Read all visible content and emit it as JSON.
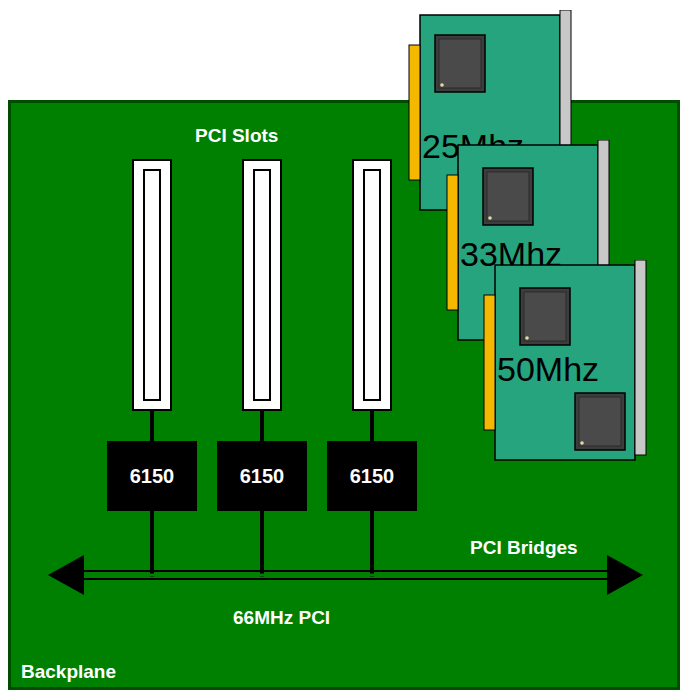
{
  "diagram": {
    "nodes": [
      {
        "text": [
          "Backplane"
        ]
      },
      {
        "text": [
          "6150"
        ],
        "in": 0
      },
      {
        "text": [
          "6150"
        ],
        "in": 0
      },
      {
        "text": [
          "6150"
        ],
        "in": 0
      },
      {
        "text": [
          "25Mhz"
        ]
      },
      {
        "text": [
          "33Mhz"
        ]
      },
      {
        "text": [
          "50Mhz"
        ]
      }
    ],
    "labels": [
      "PCI Slots",
      "PCI Bridges",
      "66MHz PCI"
    ]
  }
}
